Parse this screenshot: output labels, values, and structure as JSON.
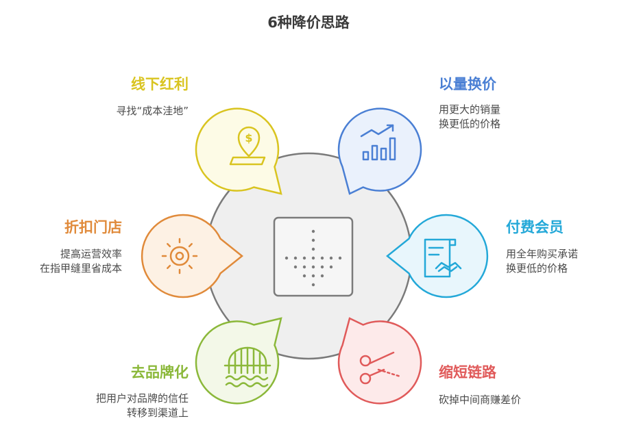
{
  "title": "6种降价思路",
  "center_icon": "dotted-down-arrow-icon",
  "items": [
    {
      "id": "offline",
      "label": "线下红利",
      "desc": [
        "寻找“成本洼地”"
      ],
      "color": "#d9c420",
      "fill": "#fdfbe6",
      "icon": "location-dollar-icon"
    },
    {
      "id": "volume",
      "label": "以量换价",
      "desc": [
        "用更大的销量",
        "换更低的价格"
      ],
      "color": "#4a7fd4",
      "fill": "#eaf1fc",
      "icon": "bar-chart-trend-icon"
    },
    {
      "id": "member",
      "label": "付费会员",
      "desc": [
        "用全年购买承诺",
        "换更低的价格"
      ],
      "color": "#23a8d8",
      "fill": "#e8f6fc",
      "icon": "contract-handshake-icon"
    },
    {
      "id": "chain",
      "label": "缩短链路",
      "desc": [
        "砍掉中间商赚差价"
      ],
      "color": "#e05a5a",
      "fill": "#fdeaea",
      "icon": "scissors-icon"
    },
    {
      "id": "brand",
      "label": "去品牌化",
      "desc": [
        "把用户对品牌的信任",
        "转移到渠道上"
      ],
      "color": "#8bb83a",
      "fill": "#f3f8e8",
      "icon": "bridge-water-icon"
    },
    {
      "id": "discount",
      "label": "折扣门店",
      "desc": [
        "提高运营效率",
        "在指甲缝里省成本"
      ],
      "color": "#e08a3a",
      "fill": "#fdf1e4",
      "icon": "sun-icon"
    }
  ]
}
